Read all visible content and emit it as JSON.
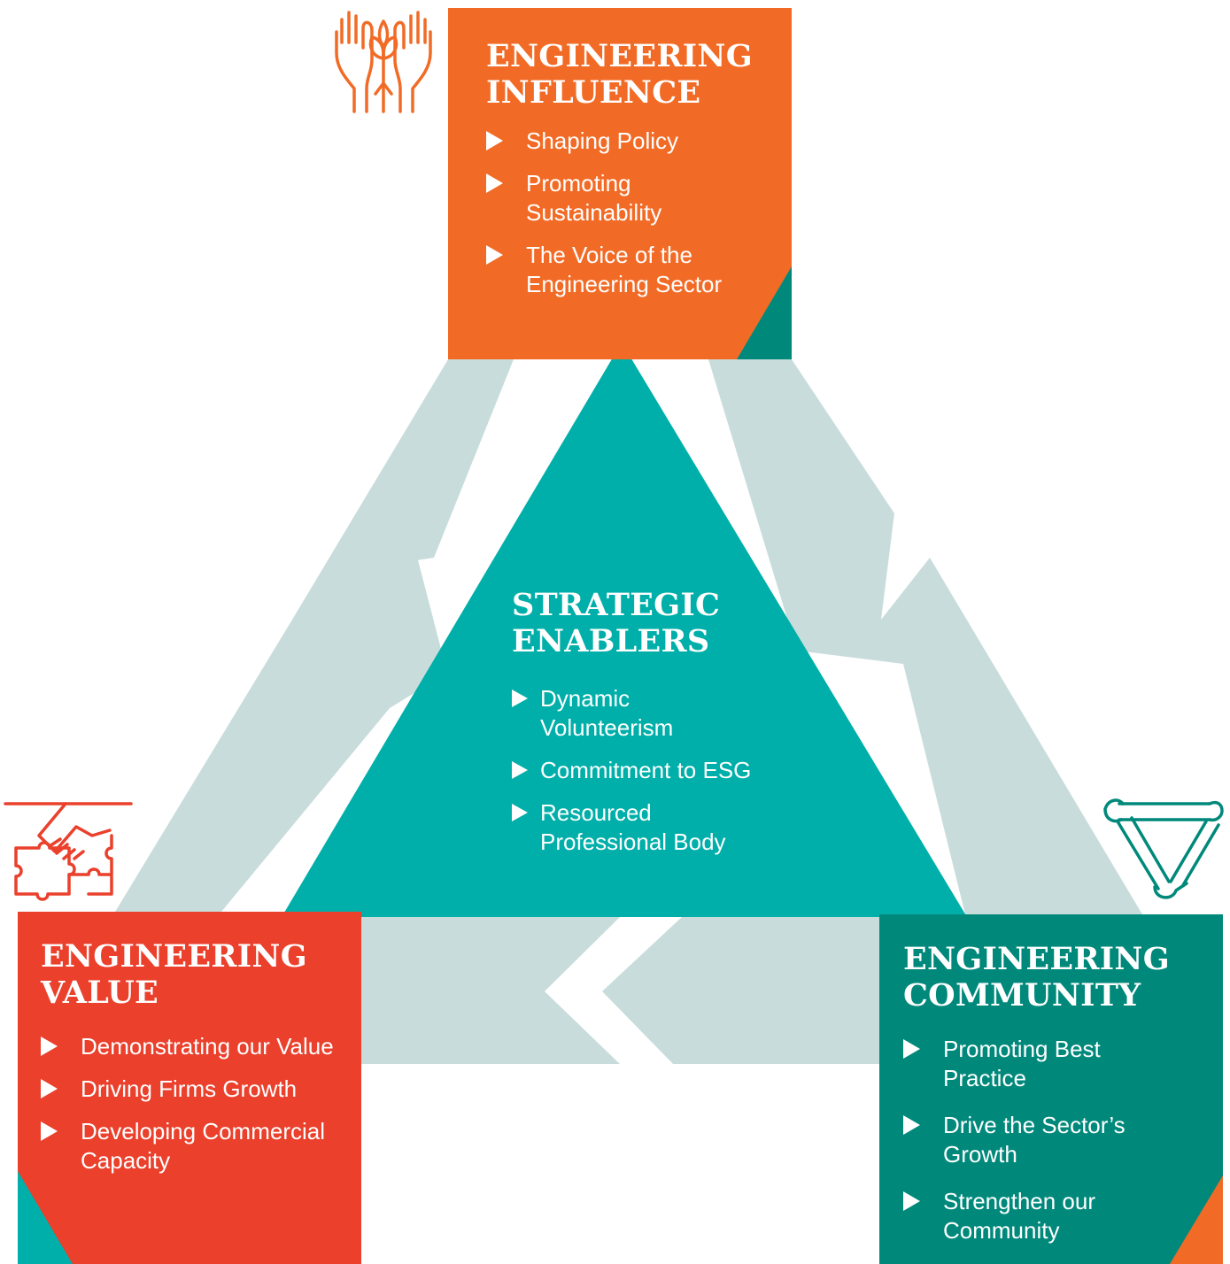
{
  "colors": {
    "orange": "#f26b26",
    "red": "#ea402c",
    "teal_dark": "#00897b",
    "teal_center": "#00afa9",
    "arrow_grey": "#c9dcdc",
    "white": "#ffffff"
  },
  "influence": {
    "title_line1": "ENGINEERING",
    "title_line2": "INFLUENCE",
    "items": [
      "Shaping Policy",
      "Promoting Sustainability",
      "The Voice of the Engineering Sector"
    ],
    "icon": "hands-with-plant-icon"
  },
  "enablers": {
    "title_line1": "STRATEGIC",
    "title_line2": "ENABLERS",
    "items": [
      "Dynamic Volunteerism",
      "Commitment to ESG",
      "Resourced Professional Body"
    ]
  },
  "value": {
    "title_line1": "ENGINEERING",
    "title_line2": "VALUE",
    "items": [
      "Demonstrating our Value",
      "Driving Firms Growth",
      "Developing Commercial Capacity"
    ],
    "icon": "handshake-puzzle-icon"
  },
  "community": {
    "title_line1": "ENGINEERING",
    "title_line2": "COMMUNITY",
    "items": [
      "Promoting Best Practice",
      "Drive the Sector’s Growth",
      "Strengthen our Community"
    ],
    "icon": "linked-arms-triangle-icon"
  }
}
